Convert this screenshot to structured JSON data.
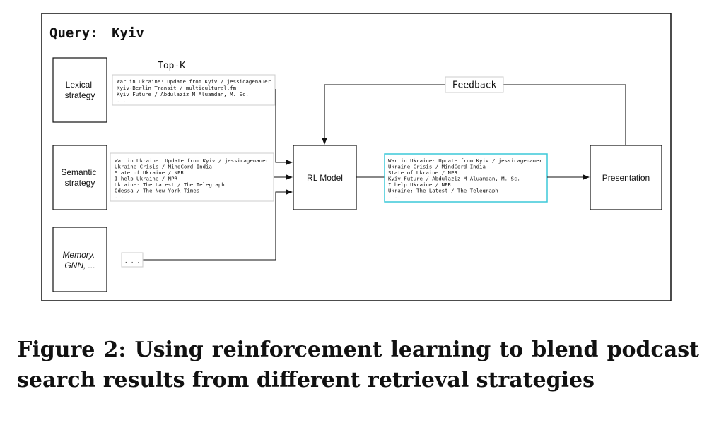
{
  "query": {
    "label": "Query:",
    "value": "Kyiv"
  },
  "topk_label": "Top-K",
  "feedback_label": "Feedback",
  "strategies": {
    "lexical": [
      "Lexical",
      "strategy"
    ],
    "semantic": [
      "Semantic",
      "strategy"
    ],
    "memory": [
      "Memory,",
      "GNN, ..."
    ]
  },
  "results": {
    "lexical": [
      "War in Ukraine: Update from Kyiv / jessicagenauer",
      "Kyiv-Berlin Transit / multicultural.fm",
      "Kyiv Future / Abdulaziz M Aluamdan, M. Sc.",
      ". . ."
    ],
    "semantic": [
      "War in Ukraine: Update from Kyiv / jessicagenauer",
      "Ukraine Crisis / MindCord India",
      "State of Ukraine / NPR",
      "I help Ukraine / NPR",
      "Ukraine: The Latest / The Telegraph",
      "Odessa / The New York Times",
      ". . ."
    ],
    "memory": ". . .",
    "blended": [
      "War in Ukraine: Update from Kyiv / jessicagenauer",
      "Ukraine Crisis / MindCord India",
      "State of Ukraine / NPR",
      "Kyiv Future / Abdulaziz M Aluamdan, M. Sc.",
      "I help Ukraine / NPR",
      "Ukraine: The Latest / The Telegraph",
      ". . ."
    ]
  },
  "rl_model_label": "RL Model",
  "presentation_label": "Presentation",
  "caption": "Figure 2: Using reinforcement learning to blend podcast search results from different retrieval strategies",
  "colors": {
    "highlight": "#3cc8d8",
    "line": "#111111",
    "list_border": "#cccccc"
  }
}
